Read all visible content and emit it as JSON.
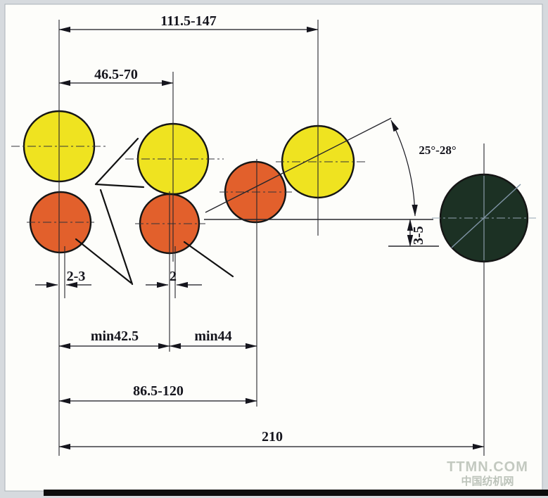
{
  "figure": {
    "labels": {
      "dim_top": "111.5-147",
      "dim_back": "46.5-70",
      "dim_angle": "25°-28°",
      "dim_nip_offset": "3-5",
      "dim_lead_left": "2-3",
      "dim_lead_middle": "2",
      "dim_min_back": "min42.5",
      "dim_min_front": "min44",
      "dim_mid_span": "86.5-120",
      "dim_total": "210"
    },
    "watermark": {
      "line1": "TTMN.COM",
      "line2": "中国纺机网"
    },
    "colors": {
      "yellow_roller": "#efe320",
      "orange_roller": "#e2602c",
      "dark_roller": "#1c3124",
      "line": "#15151d",
      "light_line": "#93a4b2"
    }
  }
}
